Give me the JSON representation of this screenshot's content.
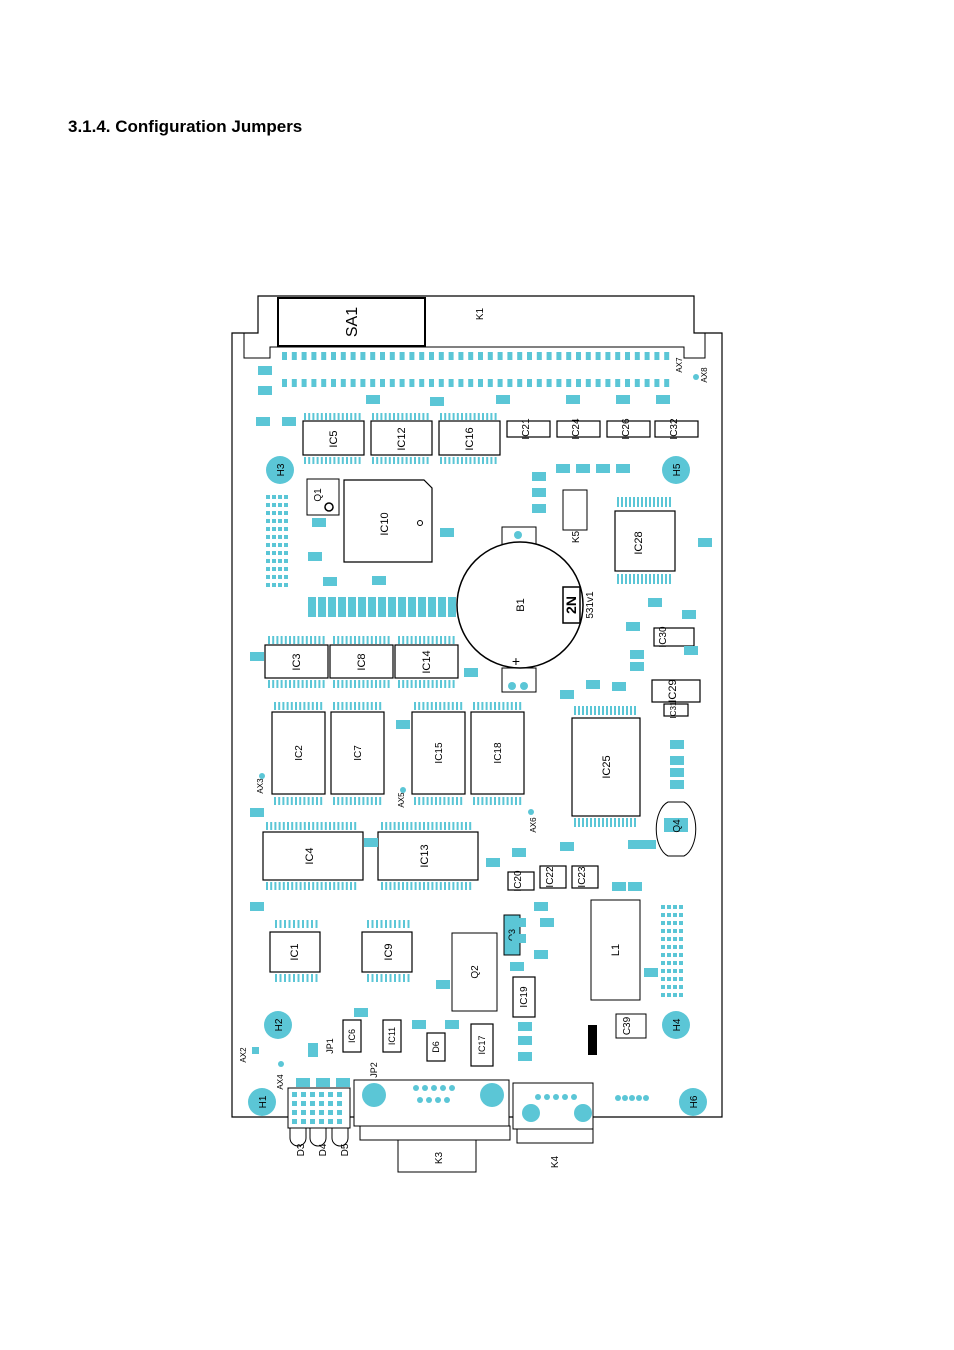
{
  "page": {
    "heading": "3.1.4.  Configuration Jumpers"
  },
  "board": {
    "connectors": {
      "sa1": "SA1",
      "k1": "K1",
      "k3": "K3",
      "k4": "K4",
      "k5": "K5"
    },
    "holes": [
      "H1",
      "H2",
      "H3",
      "H4",
      "H5",
      "H6"
    ],
    "axes": [
      "AX2",
      "AX3",
      "AX4",
      "AX5",
      "AX6",
      "AX7",
      "AX8"
    ],
    "top_row_ics": [
      "IC5",
      "IC12",
      "IC16",
      "IC21",
      "IC24",
      "IC26",
      "IC32"
    ],
    "ics": {
      "ic10": "IC10",
      "ic28": "IC28",
      "ic3": "IC3",
      "ic8": "IC8",
      "ic14": "IC14",
      "ic2": "IC2",
      "ic7": "IC7",
      "ic15": "IC15",
      "ic18": "IC18",
      "ic25": "IC25",
      "ic4": "IC4",
      "ic13": "IC13",
      "ic1": "IC1",
      "ic9": "IC9",
      "ic20": "IC20",
      "ic22": "IC22",
      "ic23": "IC23",
      "ic19": "IC19",
      "ic6": "IC6",
      "ic11": "IC11",
      "ic17": "IC17",
      "ic29": "IC29",
      "ic30": "IC30",
      "ic31": "IC31"
    },
    "transistors": {
      "q1": "Q1",
      "q2": "Q2",
      "q3": "Q3",
      "q4": "Q4"
    },
    "others": {
      "b1": "B1",
      "l1": "L1",
      "c39": "C39",
      "d6": "D6",
      "jp1": "JP1",
      "jp2": "JP2"
    },
    "leds": [
      "D3",
      "D4",
      "D5"
    ],
    "battery_plus": "+",
    "logo": "2N",
    "logo_code": "531v1"
  }
}
